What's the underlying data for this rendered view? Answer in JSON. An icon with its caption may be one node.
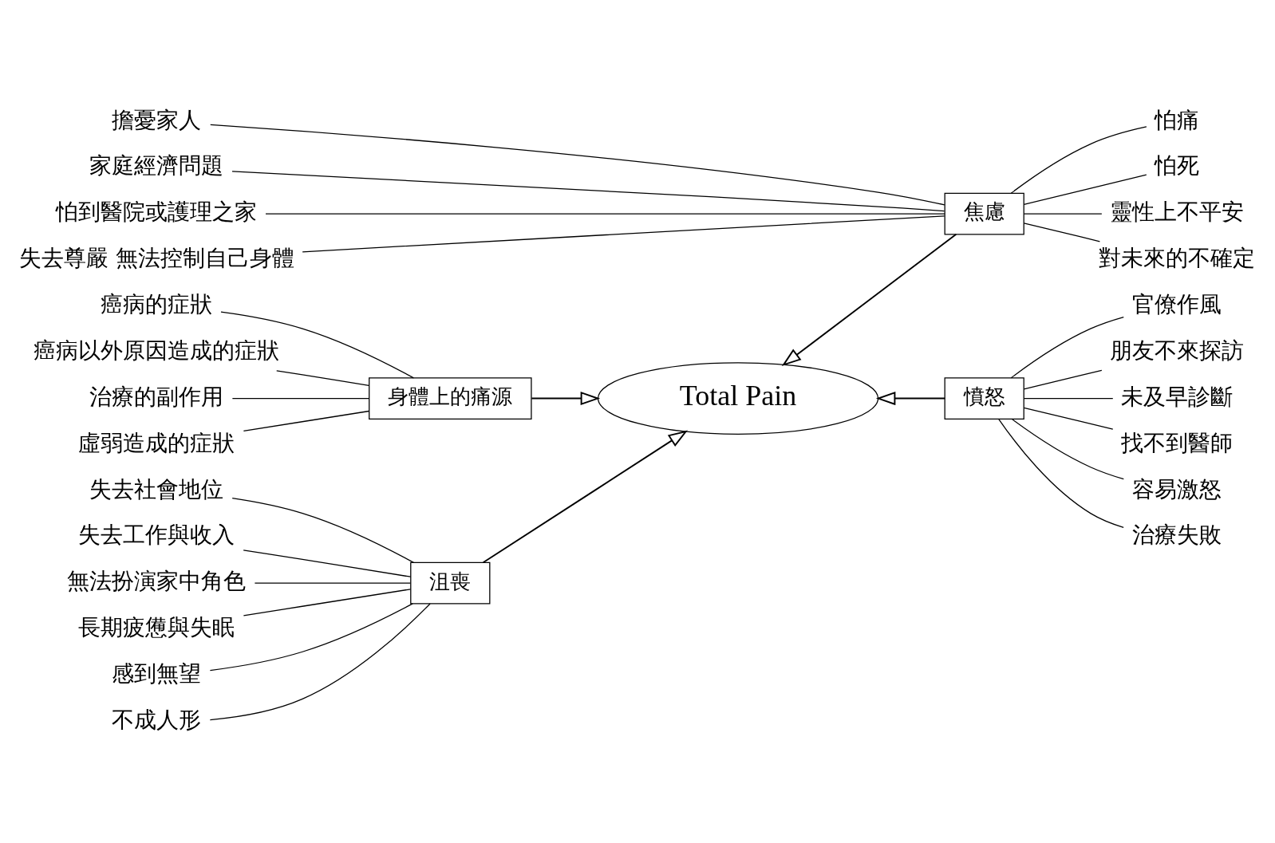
{
  "diagram": {
    "nodes": [
      {
        "text": [
          "Total Pain"
        ]
      },
      {
        "text": [
          "身體上的痛源"
        ]
      },
      {
        "text": [
          "癌病的症狀"
        ]
      },
      {
        "text": [
          "癌病以外原因造成的症狀"
        ]
      },
      {
        "text": [
          "治療的副作用"
        ]
      },
      {
        "text": [
          "虛弱造成的症狀"
        ]
      },
      {
        "text": [
          "沮喪"
        ]
      },
      {
        "text": [
          "失去社會地位"
        ]
      },
      {
        "text": [
          "失去工作與收入"
        ]
      },
      {
        "text": [
          "無法扮演家中角色"
        ]
      },
      {
        "text": [
          "長期疲憊與失眠"
        ]
      },
      {
        "text": [
          "感到無望"
        ]
      },
      {
        "text": [
          "不成人形"
        ]
      },
      {
        "text": [
          "憤怒"
        ]
      },
      {
        "text": [
          "官僚作風"
        ]
      },
      {
        "text": [
          "朋友不來探訪"
        ]
      },
      {
        "text": [
          "未及早診斷"
        ]
      },
      {
        "text": [
          "找不到醫師"
        ]
      },
      {
        "text": [
          "容易激怒"
        ]
      },
      {
        "text": [
          "治療失敗"
        ]
      },
      {
        "text": [
          "焦慮"
        ]
      },
      {
        "text": [
          "擔憂家人"
        ]
      },
      {
        "text": [
          "家庭經濟問題"
        ]
      },
      {
        "text": [
          "怕到醫院或護理之家"
        ]
      },
      {
        "text": [
          "失去尊嚴 無法控制自己身體"
        ]
      },
      {
        "text": [
          "怕痛"
        ]
      },
      {
        "text": [
          "怕死"
        ]
      },
      {
        "text": [
          "靈性上不平安"
        ]
      },
      {
        "text": [
          "對未來的不確定"
        ]
      }
    ],
    "edges": [
      {
        "from": 1,
        "to": 0,
        "arrow": "to"
      },
      {
        "from": 6,
        "to": 0,
        "arrow": "to"
      },
      {
        "from": 13,
        "to": 0,
        "arrow": "to"
      },
      {
        "from": 20,
        "to": 0,
        "arrow": "to"
      },
      {
        "from": 2,
        "to": 1,
        "arrow": "none"
      },
      {
        "from": 3,
        "to": 1,
        "arrow": "none"
      },
      {
        "from": 4,
        "to": 1,
        "arrow": "none"
      },
      {
        "from": 5,
        "to": 1,
        "arrow": "none"
      },
      {
        "from": 6,
        "to": 7,
        "arrow": "none"
      },
      {
        "from": 6,
        "to": 8,
        "arrow": "none"
      },
      {
        "from": 6,
        "to": 9,
        "arrow": "none"
      },
      {
        "from": 6,
        "to": 10,
        "arrow": "none"
      },
      {
        "from": 6,
        "to": 11,
        "arrow": "none"
      },
      {
        "from": 6,
        "to": 12,
        "arrow": "none"
      },
      {
        "from": 13,
        "to": 14,
        "arrow": "none"
      },
      {
        "from": 13,
        "to": 15,
        "arrow": "none"
      },
      {
        "from": 13,
        "to": 16,
        "arrow": "none"
      },
      {
        "from": 13,
        "to": 17,
        "arrow": "none"
      },
      {
        "from": 13,
        "to": 18,
        "arrow": "none"
      },
      {
        "from": 13,
        "to": 19,
        "arrow": "none"
      },
      {
        "from": 20,
        "to": 21,
        "arrow": "none"
      },
      {
        "from": 20,
        "to": 22,
        "arrow": "none"
      },
      {
        "from": 20,
        "to": 23,
        "arrow": "none"
      },
      {
        "from": 20,
        "to": 24,
        "arrow": "none"
      },
      {
        "from": 20,
        "to": 25,
        "arrow": "none"
      },
      {
        "from": 20,
        "to": 26,
        "arrow": "none"
      },
      {
        "from": 20,
        "to": 27,
        "arrow": "none"
      },
      {
        "from": 20,
        "to": 28,
        "arrow": "none"
      }
    ]
  }
}
